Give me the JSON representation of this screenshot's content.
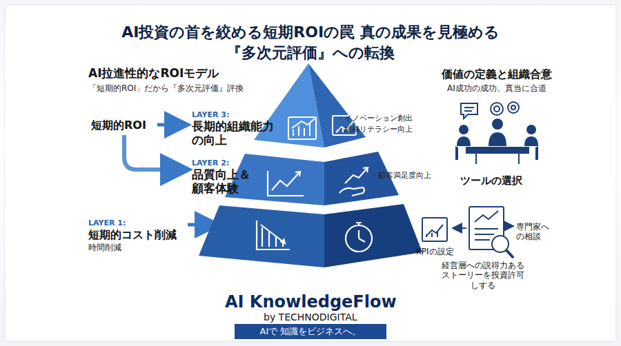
{
  "diagram": {
    "title": "AI投資の首を絞める短期ROIの罠 真の成果を見極める『多次元評価』への転換",
    "nodes": [
      {
        "text": [
          "AIで 知識をビジネスへ。"
        ]
      }
    ],
    "labels": [
      "AI拉進性的なROIモデル",
      "「短期的ROI」だから『多次元評価』評換",
      "短期的ROI",
      "LAYER 3:",
      "長期的組織能力の向上",
      "LAYER 2:",
      "品質向上＆顧客体験",
      "LAYER 1:",
      "短期的コスト削減",
      "時間削減",
      "・イノベーション創出",
      "・組織リテラシー向上",
      "・顧客満足度向上",
      "価値の定義と組織合意",
      "AI成功の成功、真当に合道",
      "ツールの選択",
      "KPIの設定",
      "専門家への相談",
      "経営層への説得力あるストーリーを投資許可しする",
      "AI KnowledgeFlow",
      "by TECHNODIGITAL"
    ]
  }
}
